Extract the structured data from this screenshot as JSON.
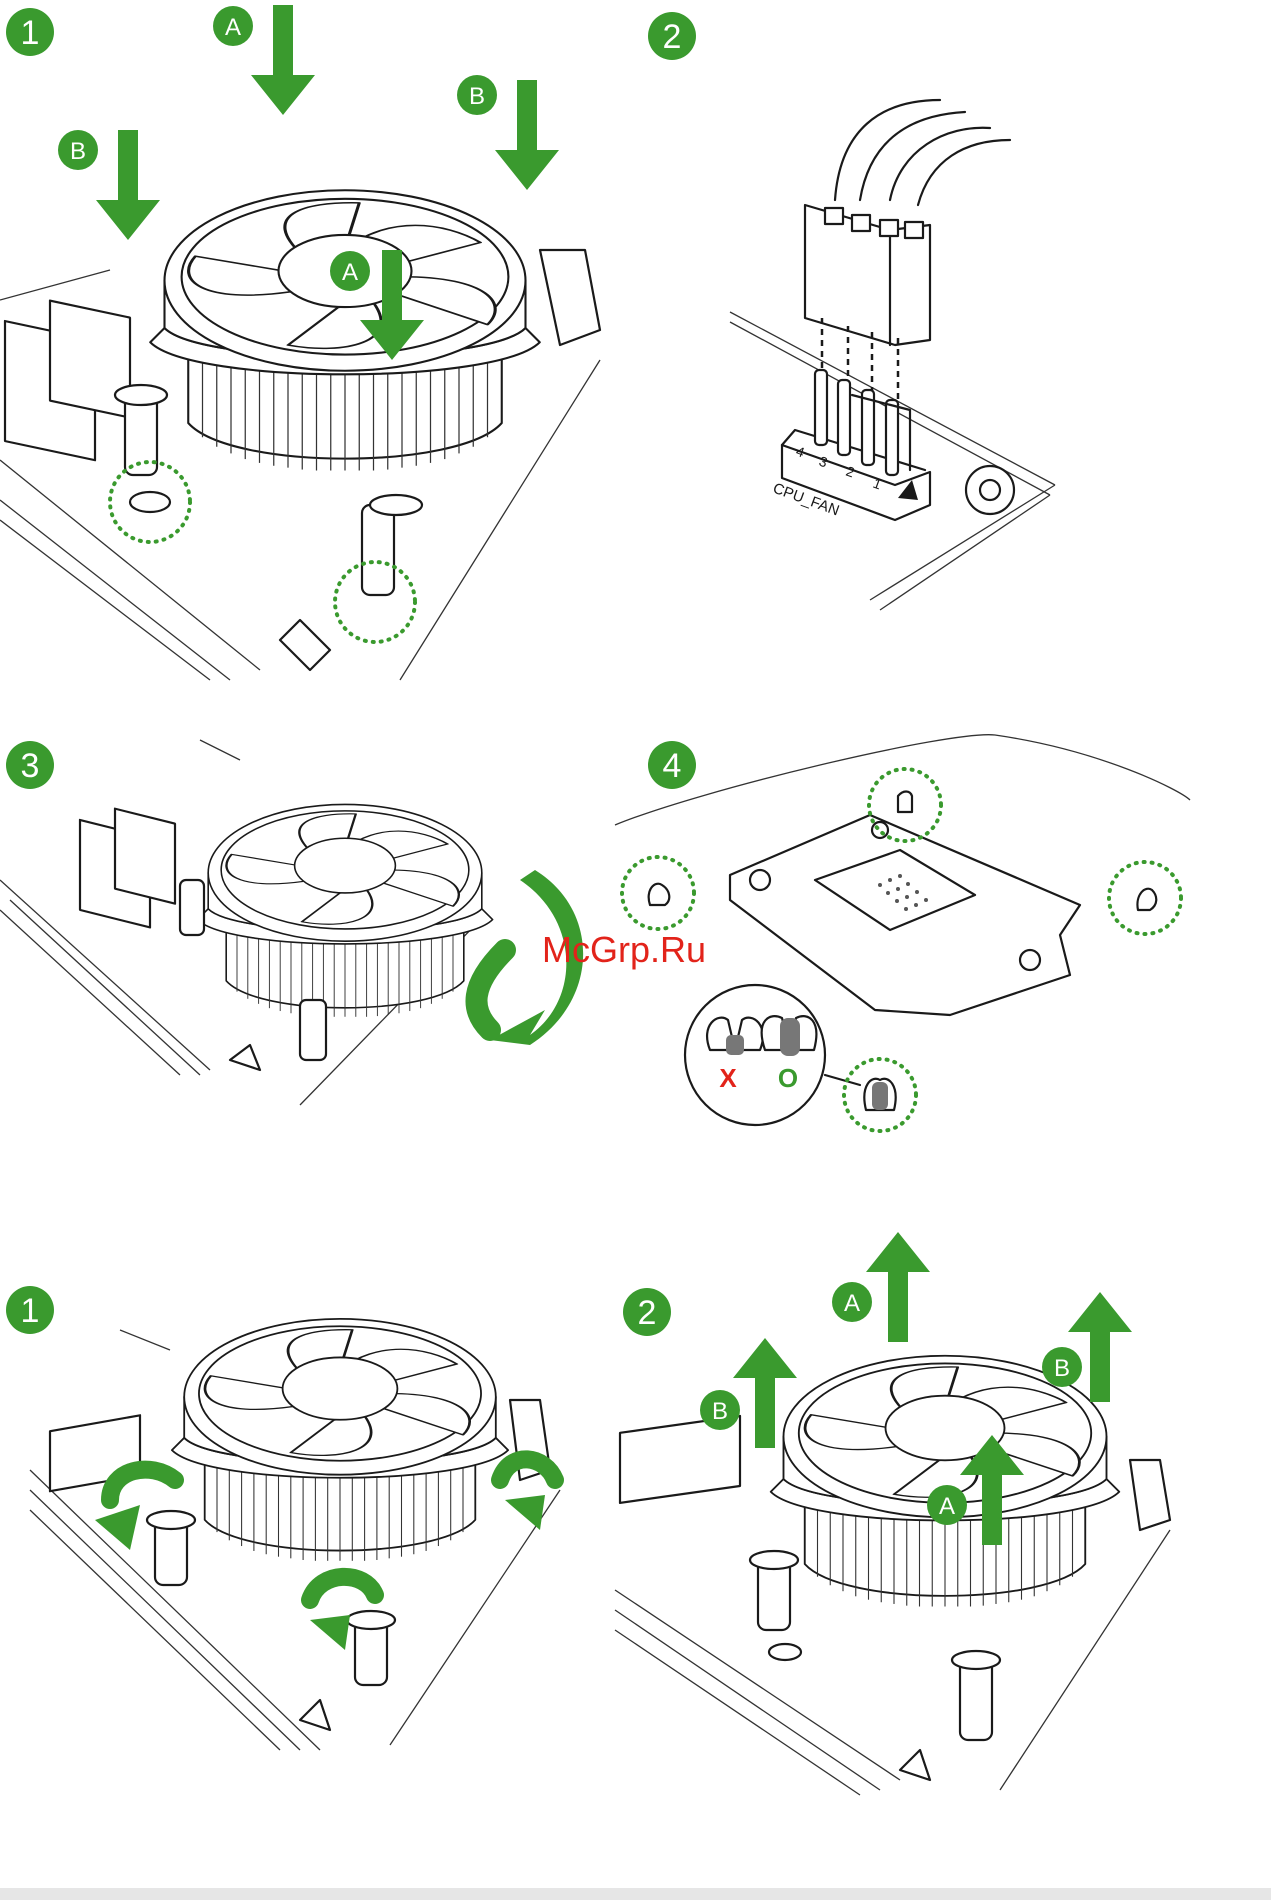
{
  "install": {
    "step1": {
      "number": "1",
      "label_a": "A",
      "label_b": "B"
    },
    "step2": {
      "number": "2",
      "connector": "CPU_FAN",
      "pins": [
        "4",
        "3",
        "2",
        "1"
      ]
    },
    "step3": {
      "number": "3"
    },
    "step4": {
      "number": "4",
      "wrong_mark": "X",
      "right_mark": "O"
    }
  },
  "uninstall": {
    "step1": {
      "number": "1"
    },
    "step2": {
      "number": "2",
      "label_a": "A",
      "label_b": "B"
    }
  },
  "watermark": "McGrp.Ru",
  "colors": {
    "accent_green": "#3a9a2e",
    "watermark_red": "#e2231a"
  }
}
